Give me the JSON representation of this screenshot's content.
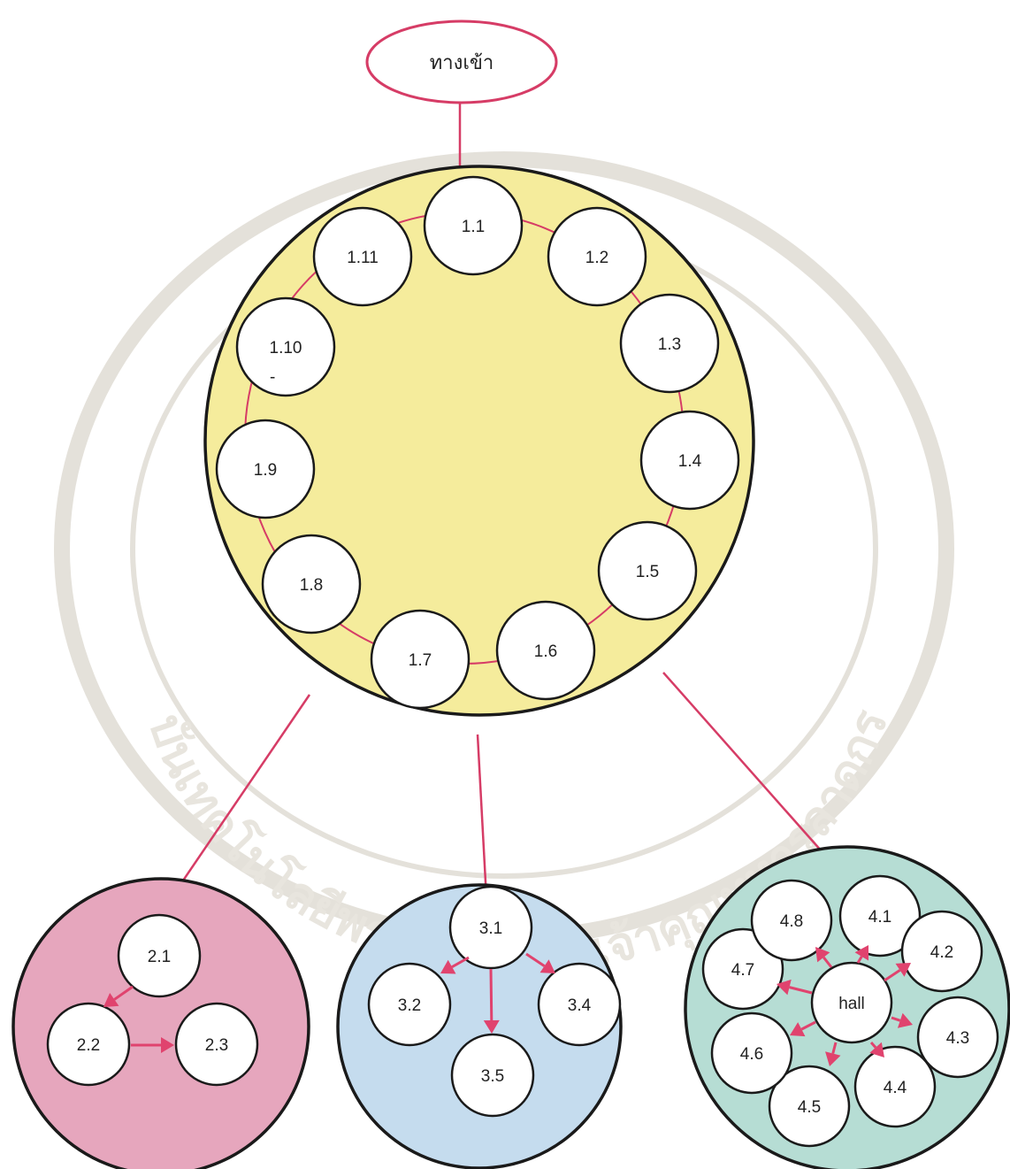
{
  "entrance": {
    "label": "ทางเข้า"
  },
  "zone1": {
    "rooms": [
      "1.1",
      "1.2",
      "1.3",
      "1.4",
      "1.5",
      "1.6",
      "1.7",
      "1.8",
      "1.9",
      "1.10",
      "1.11"
    ],
    "note": "-"
  },
  "zone2": {
    "rooms": [
      "2.1",
      "2.2",
      "2.3"
    ]
  },
  "zone3": {
    "rooms": [
      "3.1",
      "3.2",
      "3.4",
      "3.5"
    ]
  },
  "zone4": {
    "hub": "hall",
    "rooms": [
      "4.1",
      "4.2",
      "4.3",
      "4.4",
      "4.5",
      "4.6",
      "4.7",
      "4.8"
    ]
  },
  "watermark": {
    "text": "สถาบันเทคโนโลยีพระจอมเกล้าเจ้าคุณทหารลาดกระบัง"
  },
  "colors": {
    "zone1_fill": "#f5ec9c",
    "zone2_fill": "#e6a6bd",
    "zone3_fill": "#c5dcee",
    "zone4_fill": "#b6ddd4",
    "connector": "#d63c66",
    "arrow": "#e0436e",
    "outline": "#1a1a1a"
  }
}
